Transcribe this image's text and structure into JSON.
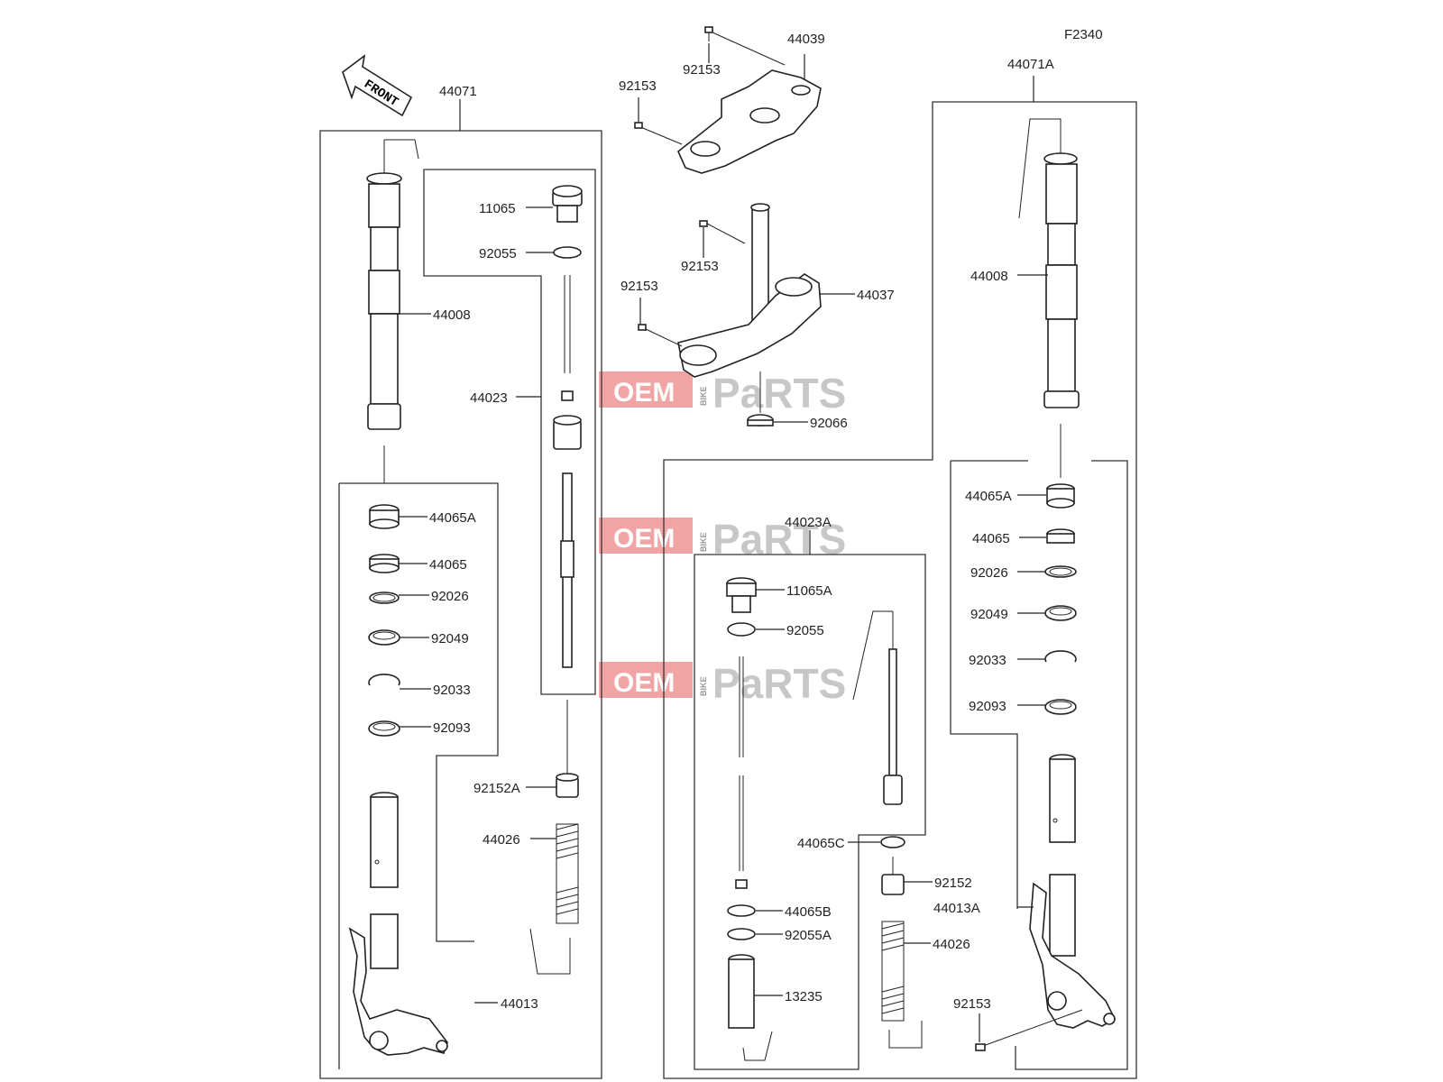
{
  "figure_code": "F2340",
  "front_arrow_label": "FRONT",
  "watermark": {
    "oem": "OEM",
    "bike": "BIKE",
    "parts": "PaRTS"
  },
  "labels": {
    "left_assembly": "44071",
    "right_assembly": "44071A",
    "p44039": "44039",
    "p92153_a": "92153",
    "p92153_b": "92153",
    "p92153_c": "92153",
    "p92153_d": "92153",
    "p44037": "44037",
    "p92066": "92066",
    "l_11065": "11065",
    "l_92055": "92055",
    "l_44008": "44008",
    "l_44023": "44023",
    "l_44065A": "44065A",
    "l_44065": "44065",
    "l_92026": "92026",
    "l_92049": "92049",
    "l_92033": "92033",
    "l_92093": "92093",
    "l_92152A": "92152A",
    "l_44026": "44026",
    "l_44013": "44013",
    "m_44023A": "44023A",
    "m_11065A": "11065A",
    "m_92055": "92055",
    "m_44065C": "44065C",
    "m_92152": "92152",
    "m_44065B": "44065B",
    "m_92055A": "92055A",
    "m_13235": "13235",
    "m_44026": "44026",
    "r_44008": "44008",
    "r_44065A": "44065A",
    "r_44065": "44065",
    "r_92026": "92026",
    "r_92049": "92049",
    "r_92033": "92033",
    "r_92093": "92093",
    "r_44013A": "44013A",
    "r_92153": "92153"
  }
}
